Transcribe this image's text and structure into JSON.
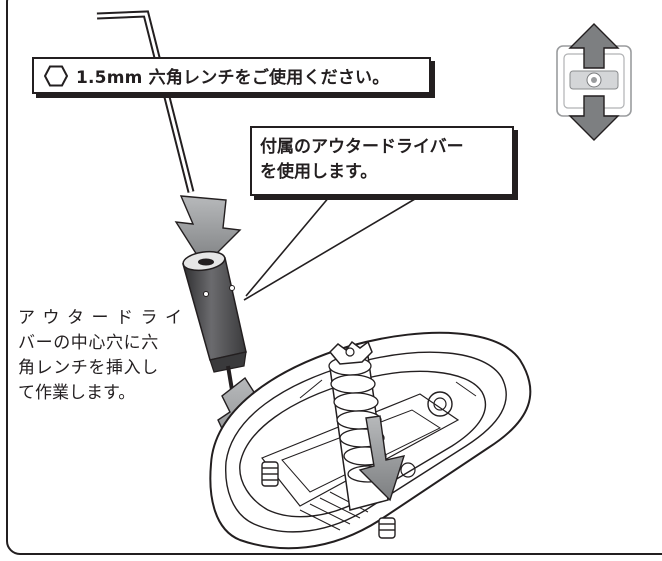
{
  "hex_wrench_label": {
    "icon": "hexagon-icon",
    "text": "1.5mm 六角レンチをご使用ください。"
  },
  "driver_callout": {
    "line1": "付属のアウタードライバー",
    "line2": "を使用します。"
  },
  "side_note": {
    "line1": "アウタードライ",
    "line2": "バーの中心穴に六",
    "line3": "角レンチを挿入し",
    "line4": "て作業します。"
  },
  "orientation_indicator": {
    "icons": [
      "up-arrow-icon",
      "device-top-view-icon",
      "down-arrow-icon"
    ]
  },
  "colors": {
    "ink": "#231f20",
    "arrow_gray": "#8a8c8e",
    "arrow_light": "#b7b9bb",
    "driver_dark": "#4d4d4f"
  }
}
